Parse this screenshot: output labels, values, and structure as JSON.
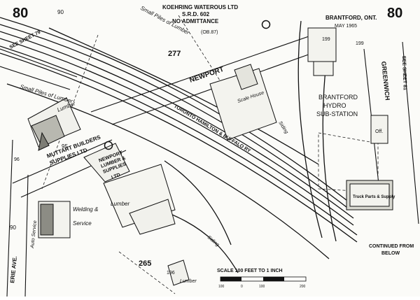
{
  "sheet": {
    "number_left": "80",
    "number_right": "80",
    "see_sheet_79": "SEE SHEET 79",
    "see_sheet_81": "SEE SHEET 81",
    "block_277": "277",
    "block_265": "265"
  },
  "streets": {
    "newport_upper": "NEWPORT",
    "greenwich": "GREENWICH",
    "erie_ave": "ERIE AVE.",
    "siding_upper": "Siding",
    "siding_lower": "Siding",
    "toronto_hamilton": "TORONTO HAMILTON & BUFFALO RY"
  },
  "notes": {
    "koehring": "KOEHRING WATEROUS LTD",
    "srd": "S.R.D. 602",
    "no_admittance": "NO ADMITTANCE",
    "ob87": "(OB.87)",
    "small_piles_top": "Small Piles of Lumber",
    "small_piles_left": "Small Piles of Lumber",
    "brantford_ont": "BRANTFORD, ONT.",
    "date": "MAY 1965",
    "continued_line1": "CONTINUED FROM",
    "continued_line2": "BELOW",
    "sub_line1": "BRANTFORD",
    "sub_line2": "HYDRO",
    "sub_line3": "SUB-STATION"
  },
  "buildings": {
    "muttart_line1": "MUTTART BUILDERS",
    "muttart_line2": "SUPPLIES LTD",
    "newport_lumber_line1": "NEWPORT",
    "newport_lumber_line2": "LUMBER &",
    "newport_lumber_line3": "SUPPLIES",
    "newport_lumber_line4": "LTD",
    "lumber_left": "Lumber",
    "lumber_mid": "Lumber",
    "lumber_lower": "Lumber",
    "welding_line1": "Welding &",
    "welding_line2": "Service",
    "auto_service": "Auto Service",
    "scale_house": "Scale House",
    "office": "Off.",
    "truck_parts": "Truck Parts & Supply"
  },
  "addresses": {
    "a199_top": "199",
    "a199_right": "199",
    "a95": "95",
    "a90_left": "90",
    "a90_top": "90",
    "a96": "96",
    "a196": "196"
  },
  "scale": {
    "title": "SCALE 100 FEET TO 1 INCH",
    "ticks": [
      "100",
      "0",
      "100",
      "200"
    ]
  }
}
